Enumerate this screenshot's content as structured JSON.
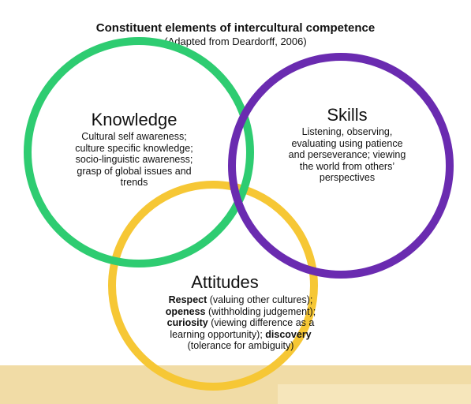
{
  "title": "Constituent elements of intercultural competence",
  "subtitle": "(Adapted from Deardorff, 2006)",
  "colors": {
    "knowledge": "#2ecc71",
    "skills": "#6a2bb0",
    "attitudes": "#f6c735",
    "band": "#f1dca6"
  },
  "knowledge": {
    "heading": "Knowledge",
    "lines": [
      "Cultural self awareness;",
      "culture specific knowledge;",
      "socio-linguistic awareness;",
      "grasp of global issues and",
      "trends"
    ]
  },
  "skills": {
    "heading": "Skills",
    "lines": [
      "Listening, observing,",
      "evaluating using patience",
      "and perseverance; viewing",
      "the world from others’",
      "perspectives"
    ]
  },
  "attitudes": {
    "heading": "Attitudes",
    "respect": "Respect",
    "respect_rest": " (valuing other cultures);",
    "openess": "openess",
    "openess_rest": " (withholding judgement);",
    "curiosity": "curiosity",
    "curiosity_rest": " (viewing difference as a",
    "learning": "learning opportunity); ",
    "discovery": "discovery",
    "tolerance": "(tolerance for ambiguity)"
  }
}
